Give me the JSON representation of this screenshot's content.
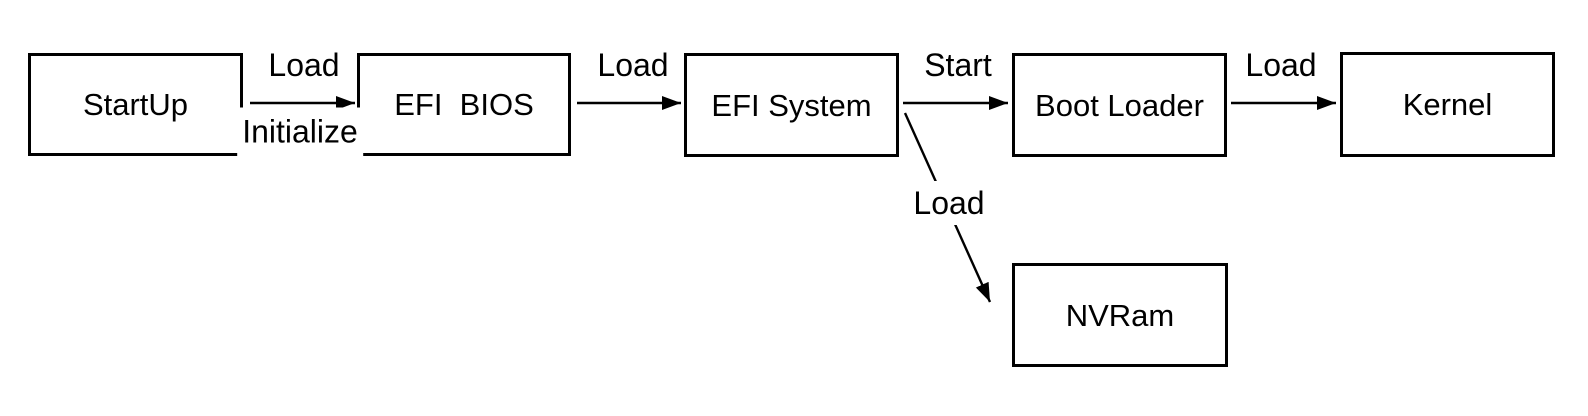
{
  "diagram": {
    "type": "flowchart",
    "colors": {
      "stroke": "#000000",
      "node_fill": "#ffffff",
      "text": "#000000",
      "background": "#ffffff"
    },
    "nodes": [
      {
        "id": "startup",
        "label": "StartUp"
      },
      {
        "id": "efi-bios",
        "label": "EFI  BIOS"
      },
      {
        "id": "efi-system",
        "label": "EFI System"
      },
      {
        "id": "boot-loader",
        "label": "Boot Loader"
      },
      {
        "id": "kernel",
        "label": "Kernel"
      },
      {
        "id": "nvram",
        "label": "NVRam"
      }
    ],
    "edges": [
      {
        "from": "startup",
        "to": "efi-bios",
        "labels": [
          "Load",
          "Initialize"
        ]
      },
      {
        "from": "efi-bios",
        "to": "efi-system",
        "labels": [
          "Load"
        ]
      },
      {
        "from": "efi-system",
        "to": "boot-loader",
        "labels": [
          "Start"
        ]
      },
      {
        "from": "boot-loader",
        "to": "kernel",
        "labels": [
          "Load"
        ]
      },
      {
        "from": "efi-system",
        "to": "nvram",
        "labels": [
          "Load"
        ]
      }
    ]
  }
}
